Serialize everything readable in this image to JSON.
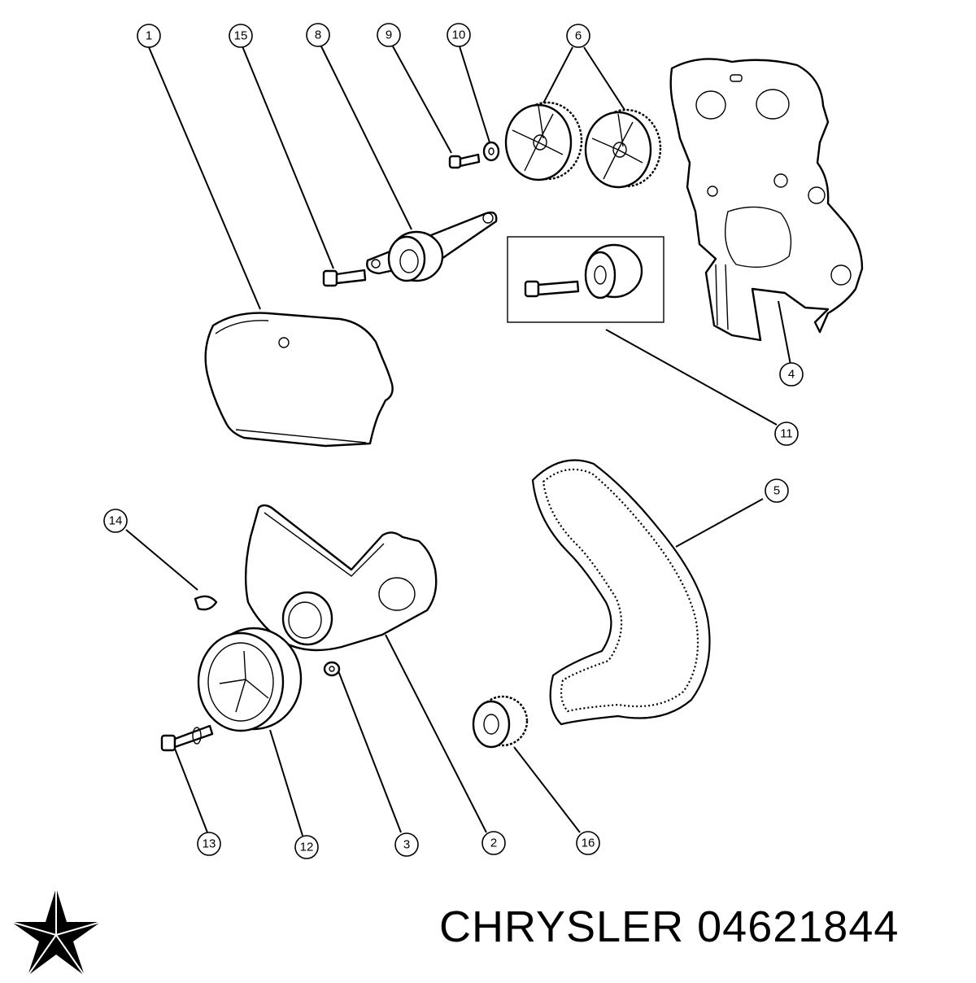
{
  "diagram": {
    "callouts": [
      "1",
      "15",
      "8",
      "9",
      "10",
      "6",
      "4",
      "11",
      "5",
      "14",
      "2",
      "3",
      "12",
      "13",
      "16"
    ]
  },
  "brand": {
    "make": "CHRYSLER",
    "part_number": "04621844",
    "logo": "chrysler-pentastar-logo"
  }
}
